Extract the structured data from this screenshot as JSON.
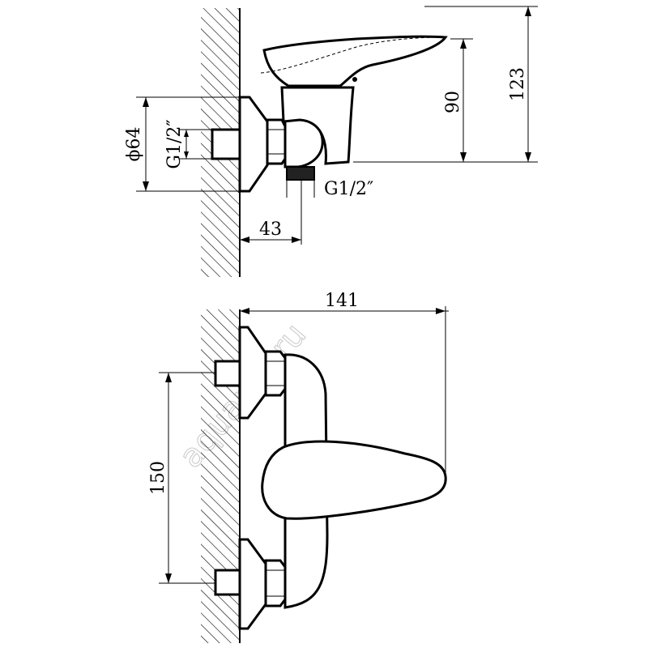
{
  "diagram": {
    "side_view": {
      "dim_height_total": "123",
      "dim_height_body": "90",
      "dim_escutcheon": "ϕ64",
      "dim_inlet_thread": "G1/2″",
      "dim_outlet_thread": "G1/2″",
      "dim_projection": "43"
    },
    "front_view": {
      "dim_width": "141",
      "dim_centers": "150"
    },
    "watermark": "aquamir.ru"
  }
}
